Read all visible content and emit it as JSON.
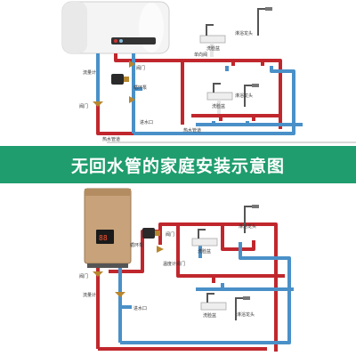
{
  "banner": {
    "title": "无回水管的家庭安装示意图"
  },
  "colors": {
    "hot_pipe": "#c0272d",
    "cold_pipe": "#4a90c8",
    "banner": "#1f9d6e",
    "wall": "#d9d9d9"
  },
  "top": {
    "labels": {
      "shower1": "淋浴龙头",
      "basin1": "洗脸盆",
      "shower2": "淋浴龙头",
      "basin2": "洗脸盆",
      "check_valve": "单向阀",
      "valve1": "阀门",
      "pump": "循环泵",
      "flowmeter": "流量计",
      "valve2": "阀门",
      "inlet": "进水口",
      "hot_pipe": "热水管道",
      "cold_pipe": "热水管道"
    },
    "icons": [
      "water-heater-icon",
      "pump-icon",
      "shower-icon",
      "basin-icon",
      "valve-icon"
    ]
  },
  "bottom": {
    "labels": {
      "shower1": "淋浴龙头",
      "shower2": "淋浴龙头",
      "basin1": "洗脸盆",
      "basin2": "洗脸盆",
      "valve1": "阀门",
      "pump": "循环泵",
      "temp_valve": "温度计阀门",
      "valve2": "阀门",
      "flowmeter": "流量计",
      "inlet": "进水口"
    },
    "icons": [
      "gas-heater-icon",
      "pump-icon",
      "shower-icon",
      "basin-icon",
      "valve-icon"
    ]
  }
}
